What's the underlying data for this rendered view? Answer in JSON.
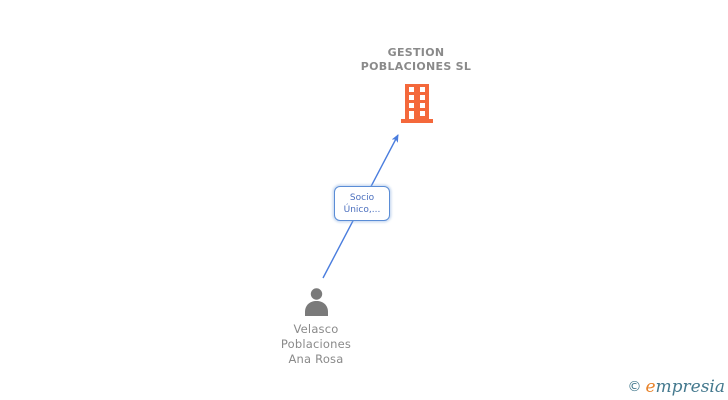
{
  "diagram": {
    "company_node": {
      "label_lines": [
        "GESTION",
        "POBLACIONES SL"
      ],
      "icon": "building-icon"
    },
    "edge": {
      "label_lines": [
        "Socio",
        "Único,..."
      ]
    },
    "person_node": {
      "label_lines": [
        "Velasco",
        "Poblaciones",
        "Ana Rosa"
      ],
      "icon": "person-icon"
    }
  },
  "watermark": {
    "copyright_symbol": "©",
    "brand_lead": "e",
    "brand_rest": "mpresia"
  },
  "colors": {
    "building_orange": "#F4683B",
    "edge_blue": "#4A7DDE",
    "edge_label_blue": "#4B6FBE",
    "edge_label_border": "#5B8DD6",
    "node_text_gray": "#8A8A8A",
    "person_gray": "#7A7A7A",
    "brand_teal": "#44798E",
    "brand_orange": "#E8832B"
  }
}
